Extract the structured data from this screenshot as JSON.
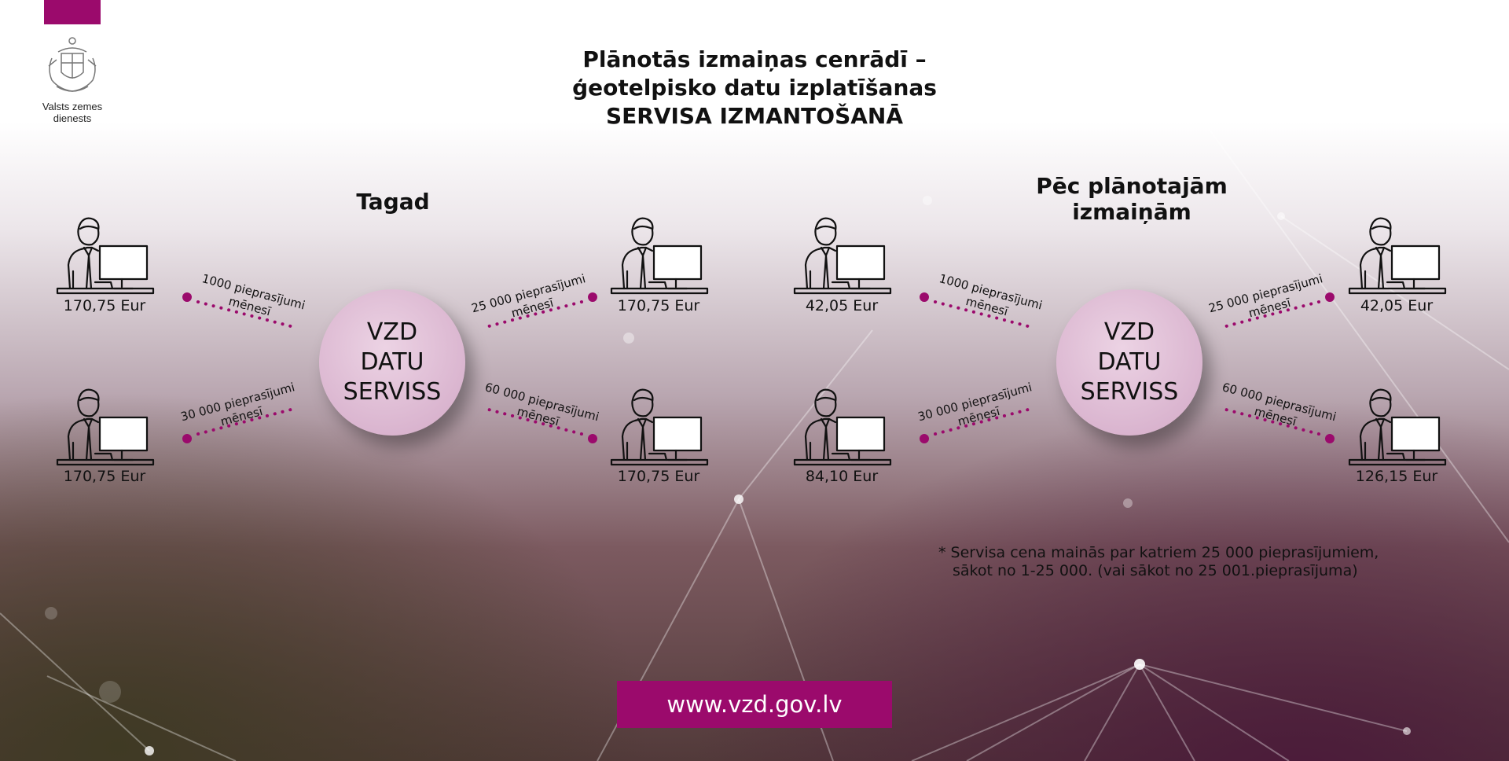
{
  "organization": "Valsts zemes dienests",
  "title": {
    "line1": "Plānotās izmaiņas cenrādī –",
    "line2": "ģeotelpisko datu izplatīšanas",
    "line3": "SERVISA IZMANTOŠANĀ"
  },
  "now": {
    "title": "Tagad",
    "service_line1": "VZD",
    "service_line2": "DATU",
    "service_line3": "SERVISS",
    "left_top_price": "170,75 Eur",
    "left_bottom_price": "170,75 Eur",
    "right_top_price": "170,75 Eur",
    "right_bottom_price": "170,75 Eur",
    "conn_left_top": "1000 pieprasījumi",
    "conn_left_bottom": "30 000 pieprasījumi",
    "conn_right_top": "25 000 pieprasījumi",
    "conn_right_bottom": "60 000 pieprasījumi",
    "per_month": "mēnesī"
  },
  "after": {
    "title_line1": "Pēc plānotajām",
    "title_line2": "izmaiņām",
    "service_line1": "VZD",
    "service_line2": "DATU",
    "service_line3": "SERVISS",
    "left_top_price": "42,05 Eur",
    "left_bottom_price": "84,10 Eur",
    "right_top_price": "42,05 Eur",
    "right_bottom_price": "126,15 Eur",
    "conn_left_top": "1000 pieprasījumi",
    "conn_left_bottom": "30 000 pieprasījumi",
    "conn_right_top": "25 000 pieprasījumi",
    "conn_right_bottom": "60 000 pieprasījumi",
    "per_month": "mēnesī"
  },
  "note": {
    "line1": "* Servisa cena mainās par katriem 25 000 pieprasījumiem,",
    "line2": "sākot no 1-25 000. (vai sākot no 25 001.pieprasījuma)"
  },
  "url": "www.vzd.gov.lv",
  "colors": {
    "accent": "#9b0a6c",
    "circle": "#dcb8d1"
  },
  "icons": {
    "logo": "coat-of-arms-icon",
    "person": "person-at-computer-icon"
  }
}
